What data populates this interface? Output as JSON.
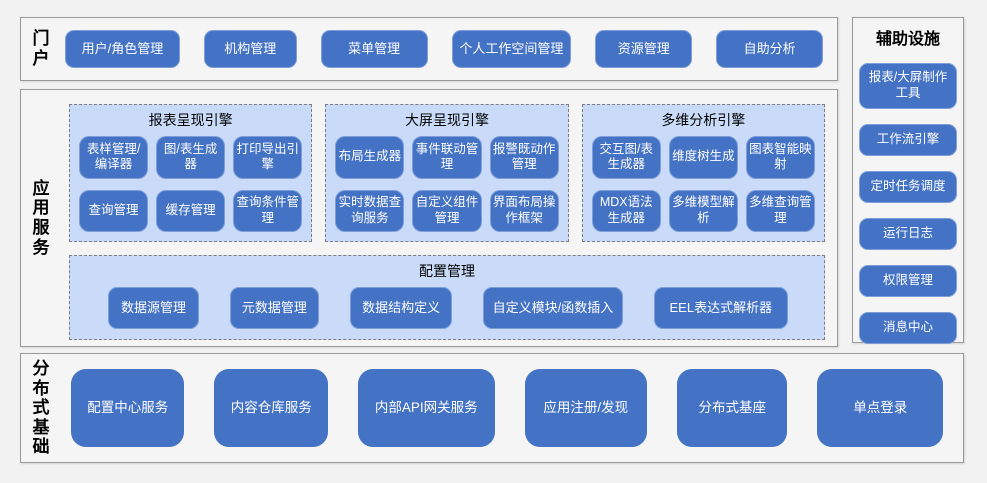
{
  "colors": {
    "accent_blue": "#4472C4",
    "panel_light_blue": "#c9dbf8",
    "dashed_border": "#7f7f7f",
    "box_border": "#999999",
    "page_background": "#f2f2f2",
    "button_text": "#ffffff"
  },
  "portal": {
    "label": "门户",
    "buttons": [
      "用户/角色管理",
      "机构管理",
      "菜单管理",
      "个人工作空间管理",
      "资源管理",
      "自助分析"
    ]
  },
  "app_services": {
    "label": "应用服务",
    "engines": [
      {
        "title": "报表呈现引擎",
        "rows": [
          [
            "表样管理/编译器",
            "图/表生成器",
            "打印导出引擎"
          ],
          [
            "查询管理",
            "缓存管理",
            "查询条件管理"
          ]
        ]
      },
      {
        "title": "大屏呈现引擎",
        "rows": [
          [
            "布局生成器",
            "事件联动管理",
            "报警既动作管理"
          ],
          [
            "实时数据查询服务",
            "自定义组件管理",
            "界面布局操作框架"
          ]
        ]
      },
      {
        "title": "多维分析引擎",
        "rows": [
          [
            "交互图/表生成器",
            "维度树生成",
            "图表智能映射"
          ],
          [
            "MDX语法生成器",
            "多维模型解析",
            "多维查询管理"
          ]
        ]
      }
    ],
    "config": {
      "title": "配置管理",
      "buttons": [
        "数据源管理",
        "元数据管理",
        "数据结构定义",
        "自定义模块/函数插入",
        "EEL表达式解析器"
      ]
    }
  },
  "auxiliary": {
    "label": "辅助设施",
    "buttons": [
      "报表/大屏制作工具",
      "工作流引擎",
      "定时任务调度",
      "运行日志",
      "权限管理",
      "消息中心"
    ]
  },
  "distributed": {
    "label": "分布式基础",
    "buttons": [
      "配置中心服务",
      "内容仓库服务",
      "内部API网关服务",
      "应用注册/发现",
      "分布式基座",
      "单点登录"
    ]
  }
}
